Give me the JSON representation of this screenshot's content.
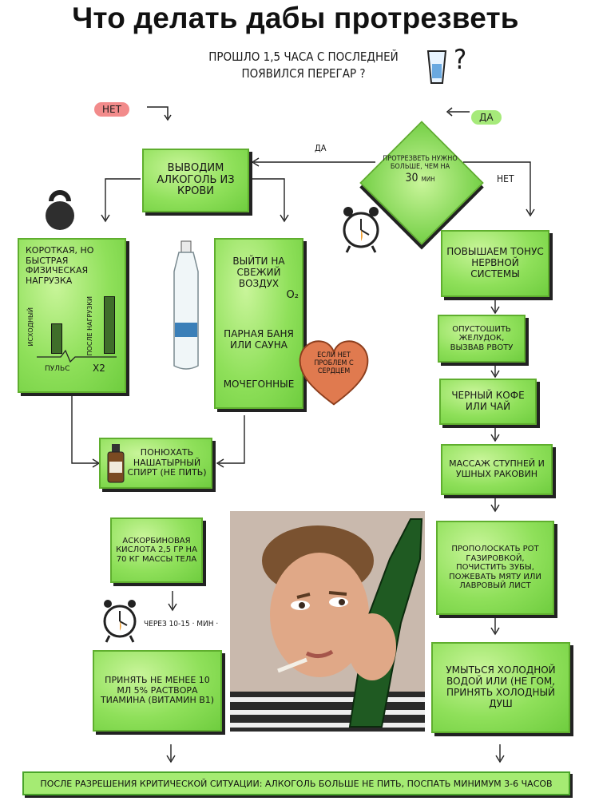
{
  "title": "Что делать дабы протрезветь",
  "question": {
    "line1": "Прошло 1,5 часа с последней",
    "line2": "появился перегар ?"
  },
  "tags": {
    "no": "НЕТ",
    "yes": "ДА"
  },
  "labels": {
    "da": "ДА",
    "net": "НЕТ",
    "after_15": "ЧЕРЕЗ 10-15 · МИН ·"
  },
  "decision": {
    "text": "Протрезветь нужно больше, чем на",
    "minutes": "30",
    "unit": "МИН"
  },
  "left": {
    "remove_alcohol": "Выводим алкоголь из крови",
    "exercise": "Короткая, но быстрая физическая нагрузка",
    "pulse_before": "Исходный",
    "pulse_after": "После нагрузки",
    "pulse_label": "Пульс",
    "pulse_mult": "x2",
    "air": "Выйти на свежий воздух",
    "o2": "O₂",
    "sauna": "Парная баня или сауна",
    "diuretic": "Мочегонные",
    "heart": "Если нет проблем с сердцем",
    "ammonia": "Понюхать нашатырный спирт (не пить)",
    "ascorbic": "Аскорбиновая кислота 2,5 гр на 70 кг массы тела",
    "thiamine": "Принять не менее 10 мл 5% раствора тиамина (витамин B1)"
  },
  "right": {
    "nerve": "Повышаем тонус нервной системы",
    "stomach": "Опустошить желудок, вызвав рвоту",
    "coffee": "Черный кофе или чай",
    "massage": "Массаж ступней и ушных раковин",
    "rinse": "Прополоскать рот газировкой, почистить зубы, пожевать мяту или лавровый лист",
    "wash": "Умыться холодной водой или (не гом, принять холодный душ"
  },
  "footer": "После разрешения критической ситуации: алкоголь больше не пить, поспать минимум 3-6 часов",
  "colors": {
    "box_green": "#8fe05a",
    "tag_red": "#f28b8b",
    "tag_green": "#a6ea7a",
    "heart": "#e07a4f"
  }
}
